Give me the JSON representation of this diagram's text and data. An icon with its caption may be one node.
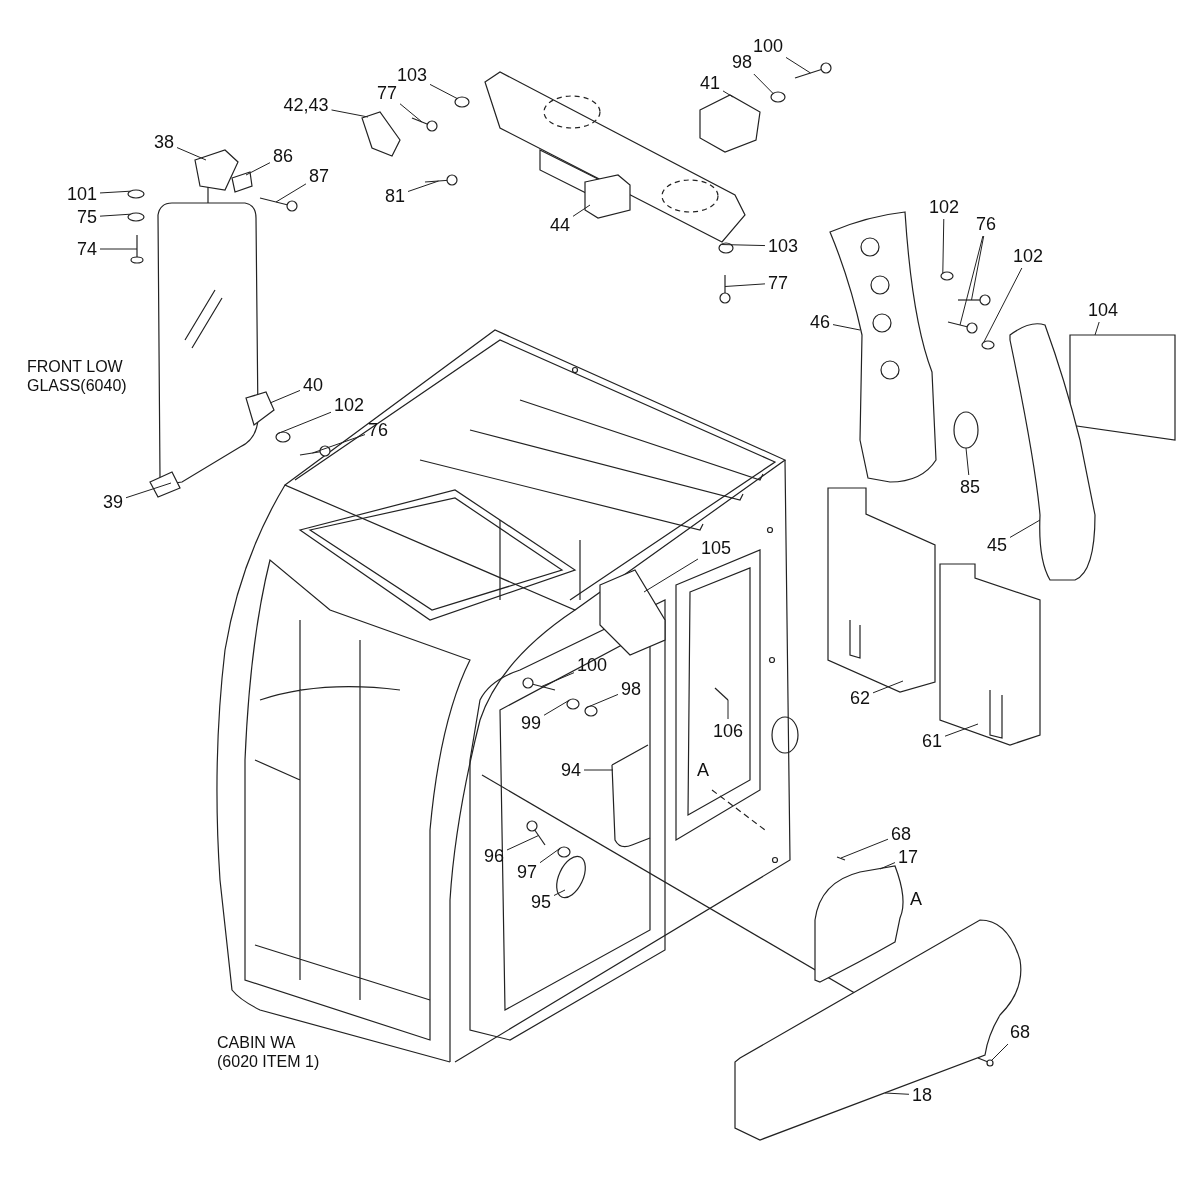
{
  "diagram": {
    "nodes": [
      {
        "text": [
          "103"
        ]
      },
      {
        "text": [
          "77"
        ]
      },
      {
        "text": [
          "42,43"
        ]
      },
      {
        "text": [
          "38"
        ]
      },
      {
        "text": [
          "86"
        ]
      },
      {
        "text": [
          "87"
        ]
      },
      {
        "text": [
          "101"
        ]
      },
      {
        "text": [
          "75"
        ]
      },
      {
        "text": [
          "74"
        ]
      },
      {
        "text": [
          "100"
        ]
      },
      {
        "text": [
          "98"
        ]
      },
      {
        "text": [
          "41"
        ]
      },
      {
        "text": [
          "81"
        ]
      },
      {
        "text": [
          "44"
        ]
      },
      {
        "text": [
          "103"
        ]
      },
      {
        "text": [
          "77"
        ]
      },
      {
        "text": [
          "102"
        ]
      },
      {
        "text": [
          "76"
        ]
      },
      {
        "text": [
          "102"
        ]
      },
      {
        "text": [
          "104"
        ]
      },
      {
        "text": [
          "46"
        ]
      },
      {
        "text": [
          "85"
        ]
      },
      {
        "text": [
          "45"
        ]
      },
      {
        "text": [
          "40"
        ]
      },
      {
        "text": [
          "102"
        ]
      },
      {
        "text": [
          "76"
        ]
      },
      {
        "text": [
          "39"
        ]
      },
      {
        "text": [
          "105"
        ]
      },
      {
        "text": [
          "100"
        ]
      },
      {
        "text": [
          "98"
        ]
      },
      {
        "text": [
          "99"
        ]
      },
      {
        "text": [
          "106"
        ]
      },
      {
        "text": [
          "62"
        ]
      },
      {
        "text": [
          "61"
        ]
      },
      {
        "text": [
          "94"
        ]
      },
      {
        "text": [
          "96"
        ]
      },
      {
        "text": [
          "97"
        ]
      },
      {
        "text": [
          "95"
        ]
      },
      {
        "text": [
          "68"
        ]
      },
      {
        "text": [
          "17"
        ]
      },
      {
        "text": [
          "68"
        ]
      },
      {
        "text": [
          "18"
        ]
      },
      {
        "text": [],
        "shape": "circle"
      },
      {
        "text": [],
        "shape": "picture"
      },
      {
        "text": [],
        "shape": "picture"
      },
      {
        "text": [],
        "shape": "picture"
      },
      {
        "text": [],
        "shape": "picture"
      },
      {
        "text": [],
        "shape": "picture"
      },
      {
        "text": [],
        "shape": "circle"
      },
      {
        "text": [],
        "shape": "circle"
      },
      {
        "text": [],
        "shape": "picture"
      },
      {
        "text": [],
        "shape": "picture"
      },
      {
        "text": [],
        "shape": "circle"
      },
      {
        "text": [],
        "shape": "picture"
      },
      {
        "text": [],
        "shape": "picture"
      },
      {
        "text": [],
        "shape": "box"
      },
      {
        "text": [],
        "shape": "circle"
      },
      {
        "text": [],
        "shape": "picture"
      },
      {
        "text": [],
        "shape": "circle"
      },
      {
        "text": [],
        "shape": "picture"
      },
      {
        "text": [],
        "shape": "picture"
      },
      {
        "text": [],
        "shape": "circle"
      },
      {
        "text": [],
        "shape": "box"
      },
      {
        "text": [],
        "shape": "picture"
      },
      {
        "text": [],
        "shape": "circle"
      },
      {
        "text": [],
        "shape": "picture"
      },
      {
        "text": [],
        "shape": "picture"
      },
      {
        "text": [],
        "shape": "circle"
      },
      {
        "text": [],
        "shape": "picture"
      },
      {
        "text": [],
        "shape": "picture"
      },
      {
        "text": [],
        "shape": "picture"
      },
      {
        "text": [],
        "shape": "picture"
      },
      {
        "text": [],
        "shape": "circle"
      },
      {
        "text": [],
        "shape": "circle"
      },
      {
        "text": [],
        "shape": "picture"
      },
      {
        "text": [],
        "shape": "picture"
      },
      {
        "text": [],
        "shape": "picture"
      },
      {
        "text": [],
        "shape": "picture"
      },
      {
        "text": [],
        "shape": "picture"
      },
      {
        "text": [],
        "shape": "circle"
      },
      {
        "text": [],
        "shape": "circle"
      },
      {
        "text": [],
        "shape": "picture"
      },
      {
        "text": [],
        "shape": "picture"
      },
      {
        "text": [],
        "shape": "picture"
      },
      {
        "text": [],
        "shape": "picture"
      }
    ],
    "edges": [
      {
        "from": 0,
        "to": 42,
        "arrow": "none"
      },
      {
        "from": 1,
        "to": 43,
        "arrow": "none"
      },
      {
        "from": 2,
        "to": 44,
        "arrow": "none"
      },
      {
        "from": 3,
        "to": 45,
        "arrow": "none"
      },
      {
        "from": 4,
        "to": 46,
        "arrow": "none"
      },
      {
        "from": 5,
        "to": 47,
        "arrow": "none"
      },
      {
        "from": 6,
        "to": 48,
        "arrow": "none"
      },
      {
        "from": 7,
        "to": 49,
        "arrow": "none"
      },
      {
        "from": 8,
        "to": 50,
        "arrow": "none"
      },
      {
        "from": 9,
        "to": 51,
        "arrow": "none"
      },
      {
        "from": 10,
        "to": 52,
        "arrow": "none"
      },
      {
        "from": 11,
        "to": 53,
        "arrow": "none"
      },
      {
        "from": 12,
        "to": 54,
        "arrow": "none"
      },
      {
        "from": 13,
        "to": 55,
        "arrow": "none"
      },
      {
        "from": 14,
        "to": 56,
        "arrow": "none"
      },
      {
        "from": 15,
        "to": 57,
        "arrow": "none"
      },
      {
        "from": 16,
        "to": 58,
        "arrow": "none"
      },
      {
        "from": 17,
        "to": 59,
        "arrow": "none"
      },
      {
        "from": 17,
        "to": 60,
        "arrow": "none"
      },
      {
        "from": 18,
        "to": 61,
        "arrow": "none"
      },
      {
        "from": 19,
        "to": 62,
        "arrow": "none"
      },
      {
        "from": 20,
        "to": 63,
        "arrow": "none"
      },
      {
        "from": 21,
        "to": 64,
        "arrow": "none"
      },
      {
        "from": 22,
        "to": 65,
        "arrow": "none"
      },
      {
        "from": 23,
        "to": 66,
        "arrow": "none"
      },
      {
        "from": 24,
        "to": 67,
        "arrow": "none"
      },
      {
        "from": 25,
        "to": 68,
        "arrow": "none"
      },
      {
        "from": 26,
        "to": 69,
        "arrow": "none"
      },
      {
        "from": 27,
        "to": 70,
        "arrow": "none"
      },
      {
        "from": 28,
        "to": 71,
        "arrow": "none"
      },
      {
        "from": 29,
        "to": 72,
        "arrow": "none"
      },
      {
        "from": 30,
        "to": 73,
        "arrow": "none"
      },
      {
        "from": 31,
        "to": 74,
        "arrow": "none"
      },
      {
        "from": 32,
        "to": 75,
        "arrow": "none"
      },
      {
        "from": 33,
        "to": 76,
        "arrow": "none"
      },
      {
        "from": 34,
        "to": 77,
        "arrow": "none"
      },
      {
        "from": 35,
        "to": 78,
        "arrow": "none"
      },
      {
        "from": 36,
        "to": 79,
        "arrow": "none"
      },
      {
        "from": 37,
        "to": 80,
        "arrow": "none"
      },
      {
        "from": 38,
        "to": 81,
        "arrow": "none"
      },
      {
        "from": 39,
        "to": 82,
        "arrow": "none"
      },
      {
        "from": 40,
        "to": 83,
        "arrow": "none"
      },
      {
        "from": 41,
        "to": 84,
        "arrow": "none"
      }
    ],
    "labels": [
      "FRONT LOW GLASS(6040)",
      "A",
      "A",
      "CABIN WA (6020 ITEM 1)"
    ]
  }
}
